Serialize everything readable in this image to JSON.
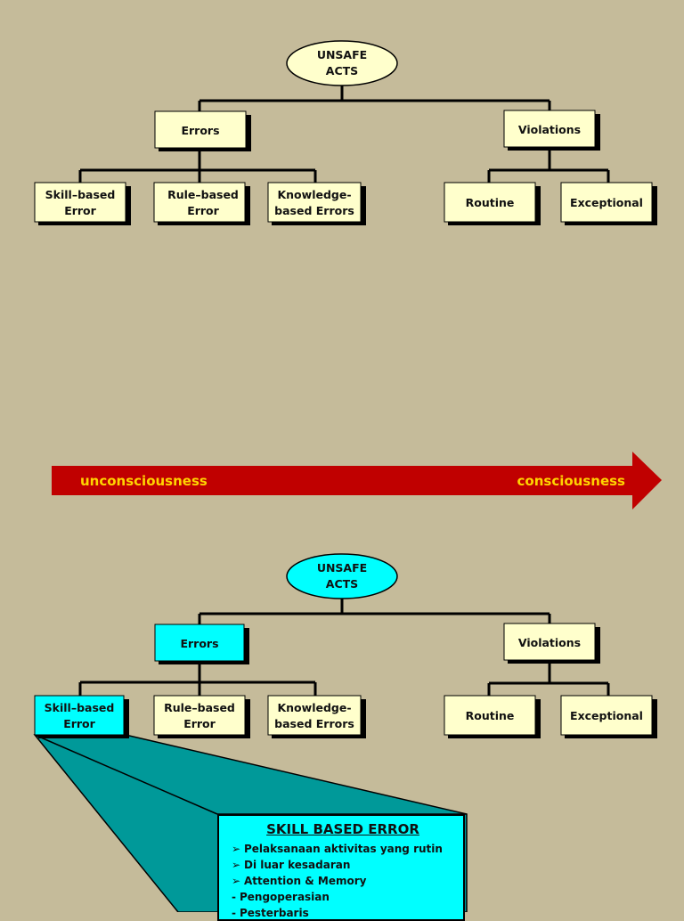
{
  "top_tree": {
    "root": {
      "line1": "UNSAFE",
      "line2": "ACTS"
    },
    "errors": "Errors",
    "violations": "Violations",
    "skill": {
      "line1": "Skill–based",
      "line2": "Error"
    },
    "rule": {
      "line1": "Rule–based",
      "line2": "Error"
    },
    "knowledge": {
      "line1": "Knowledge-",
      "line2": "based Errors"
    },
    "routine": "Routine",
    "exceptional": "Exceptional"
  },
  "arrow": {
    "left_label": "unconsciousness",
    "right_label": "consciousness"
  },
  "bottom_tree": {
    "root": {
      "line1": "UNSAFE",
      "line2": "ACTS"
    },
    "errors": "Errors",
    "violations": "Violations",
    "skill": {
      "line1": "Skill–based",
      "line2": "Error"
    },
    "rule": {
      "line1": "Rule–based",
      "line2": "Error"
    },
    "knowledge": {
      "line1": "Knowledge-",
      "line2": "based Errors"
    },
    "routine": "Routine",
    "exceptional": "Exceptional"
  },
  "callout": {
    "title": "SKILL BASED ERROR",
    "items": [
      {
        "marker": "➢",
        "text": "Pelaksanaan aktivitas yang rutin"
      },
      {
        "marker": "➢",
        "text": "Di luar kesadaran"
      },
      {
        "marker": "➢",
        "text": "Attention & Memory"
      },
      {
        "marker": "-",
        "text": "Pengoperasian"
      },
      {
        "marker": "-",
        "text": "Pesterbaris"
      }
    ]
  },
  "colors": {
    "background": "#c5bb9a",
    "node_fill": "#ffffcc",
    "highlight_fill": "#00ffff",
    "arrow_fill": "#c00000",
    "arrow_text": "#ffd400",
    "callout_fill": "#009999"
  }
}
